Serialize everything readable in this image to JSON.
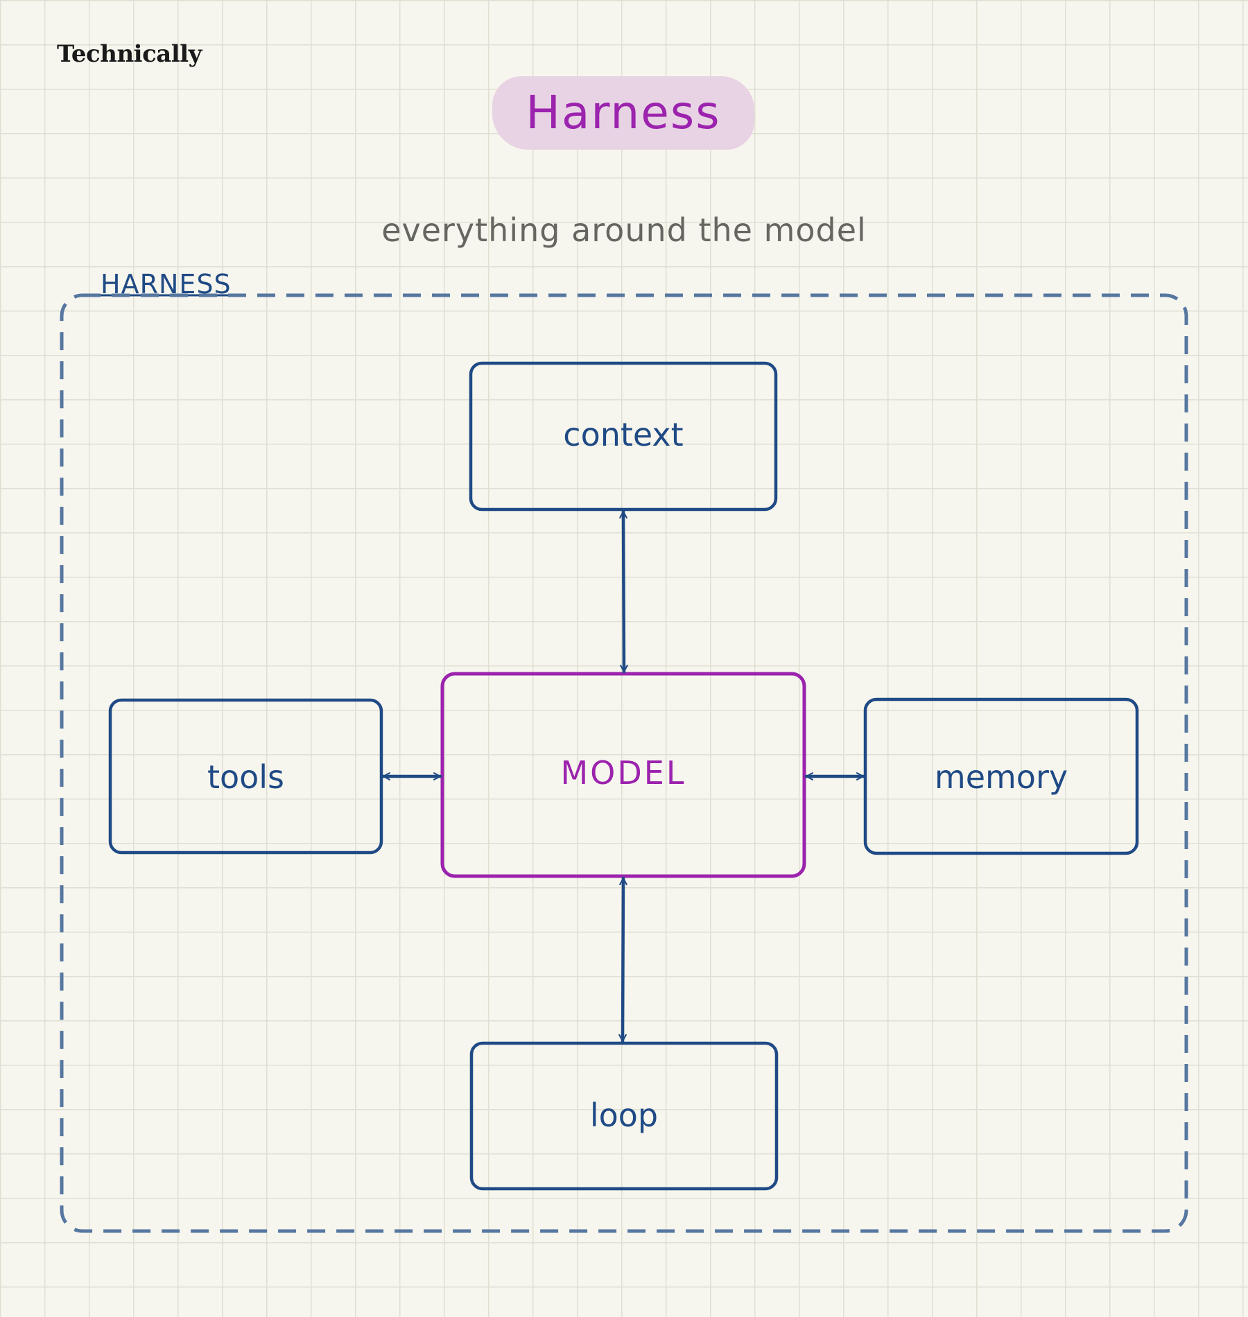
{
  "brand": "Technically",
  "title": "Harness",
  "subtitle": "everything around the model",
  "container_label": "HARNESS",
  "nodes": {
    "context": "context",
    "model": "MODEL",
    "tools": "tools",
    "memory": "memory",
    "loop": "loop"
  },
  "colors": {
    "background": "#f7f6ee",
    "grid": "#dfdfd2",
    "blue_stroke": "#1f4a85",
    "dashed_border": "#5577a0",
    "purple": "#9b23ad",
    "pill": "#e8d3e4",
    "subtitle": "#666660"
  }
}
